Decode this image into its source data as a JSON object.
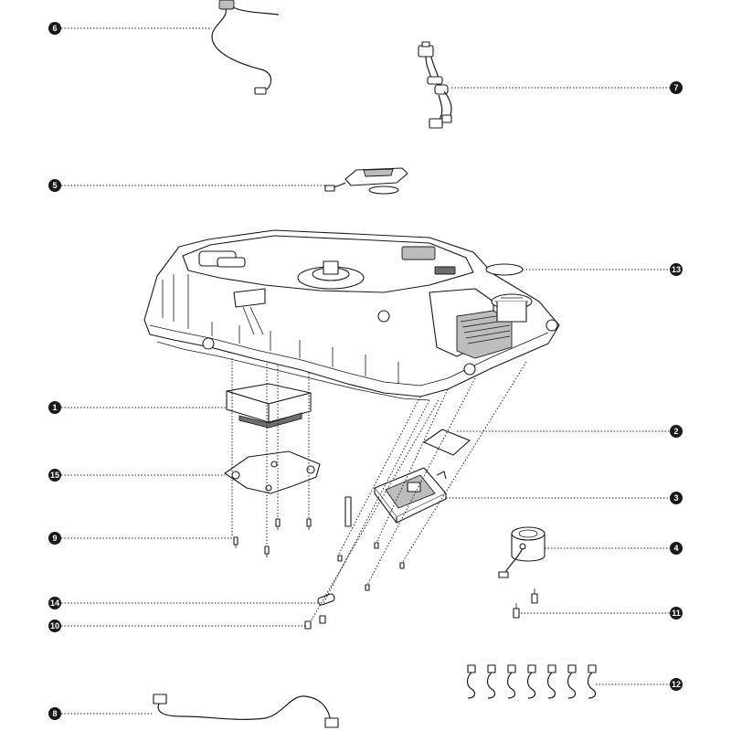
{
  "callouts": [
    {
      "id": "c6",
      "number": "6"
    },
    {
      "id": "c7",
      "number": "7"
    },
    {
      "id": "c5",
      "number": "5"
    },
    {
      "id": "c13",
      "number": "13"
    },
    {
      "id": "c1",
      "number": "1"
    },
    {
      "id": "c2",
      "number": "2"
    },
    {
      "id": "c15",
      "number": "15"
    },
    {
      "id": "c3",
      "number": "3"
    },
    {
      "id": "c9",
      "number": "9"
    },
    {
      "id": "c4",
      "number": "4"
    },
    {
      "id": "c14",
      "number": "14"
    },
    {
      "id": "c11",
      "number": "11"
    },
    {
      "id": "c10",
      "number": "10"
    },
    {
      "id": "c12",
      "number": "12"
    },
    {
      "id": "c8",
      "number": "8"
    }
  ],
  "colors": {
    "line": "#1a1a1a",
    "callout_fill": "#1a1a1a",
    "shade_light": "#bdbdbd",
    "shade_dark": "#6f6f6f"
  }
}
